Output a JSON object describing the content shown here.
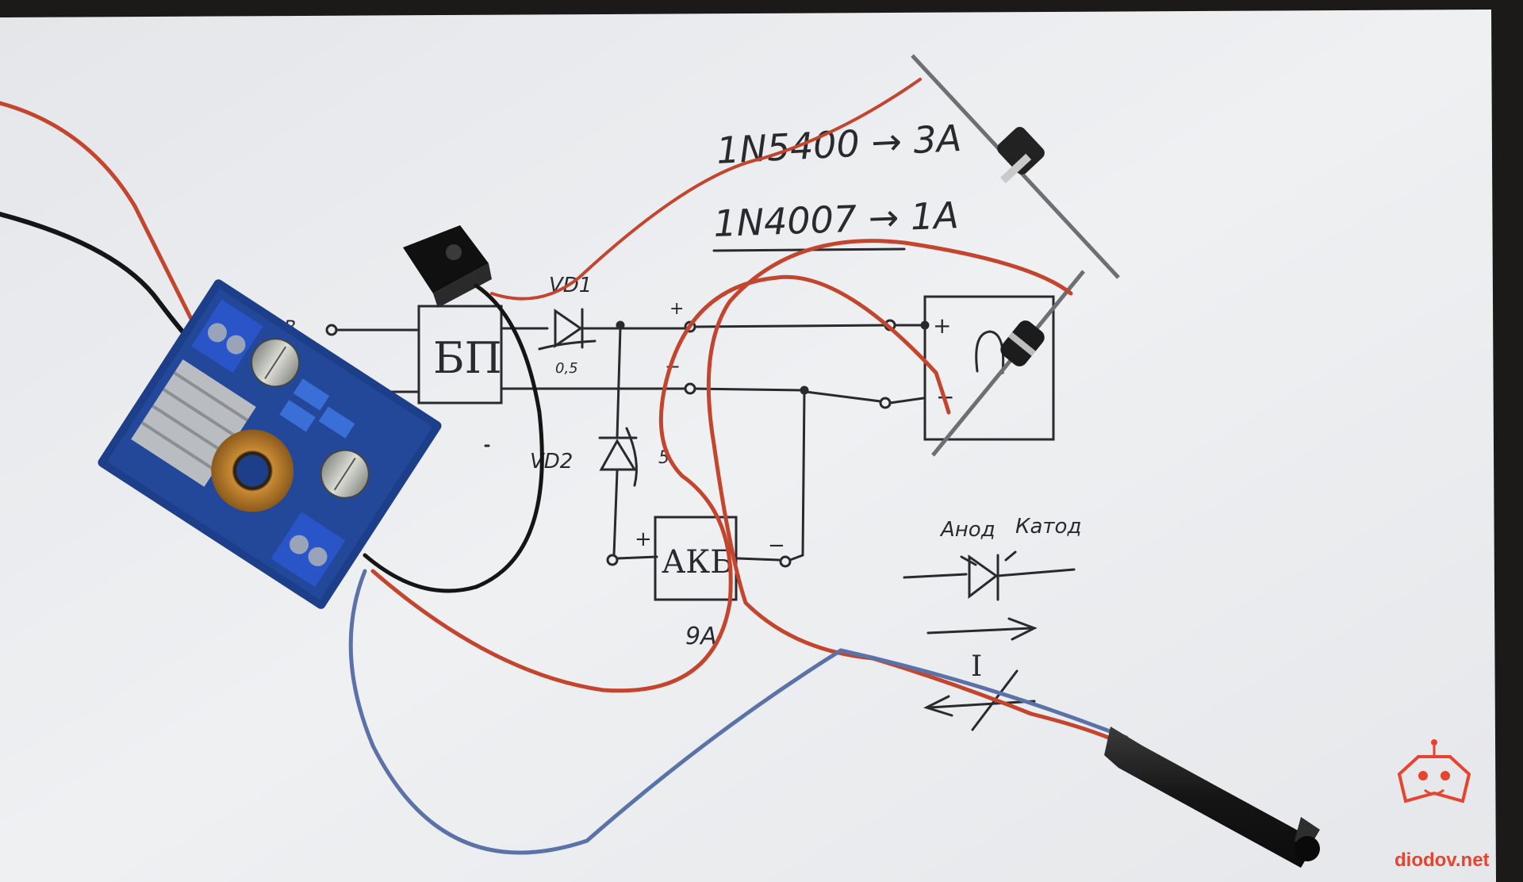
{
  "photo": {
    "subject": "hand-drawn circuit sketch on paper with DC-DC module, diodes and wires",
    "colors": {
      "paper": "#ecedef",
      "ink": "#2a2a2e",
      "wire_red": "#c4452e",
      "wire_black": "#141414",
      "wire_blue": "#5b72a8",
      "pcb": "#1d3f8a",
      "watermark": "#e8432e"
    }
  },
  "sketch": {
    "diode_note_1": "1N5400 → 3A",
    "diode_note_2": "1N4007 → 1A",
    "vd1_label": "VD1",
    "vd1_current": "0,5",
    "vd2_label": "VD2",
    "vd2_current": "5",
    "psu_label": "БП",
    "battery_label": "АКБ",
    "battery_note": "9A",
    "input_label": "В",
    "plus_sign": "+",
    "minus_sign": "−",
    "anode_label": "Анод",
    "cathode_label": "Катод",
    "current_label": "I"
  },
  "watermark": {
    "text": "diodov.net"
  }
}
